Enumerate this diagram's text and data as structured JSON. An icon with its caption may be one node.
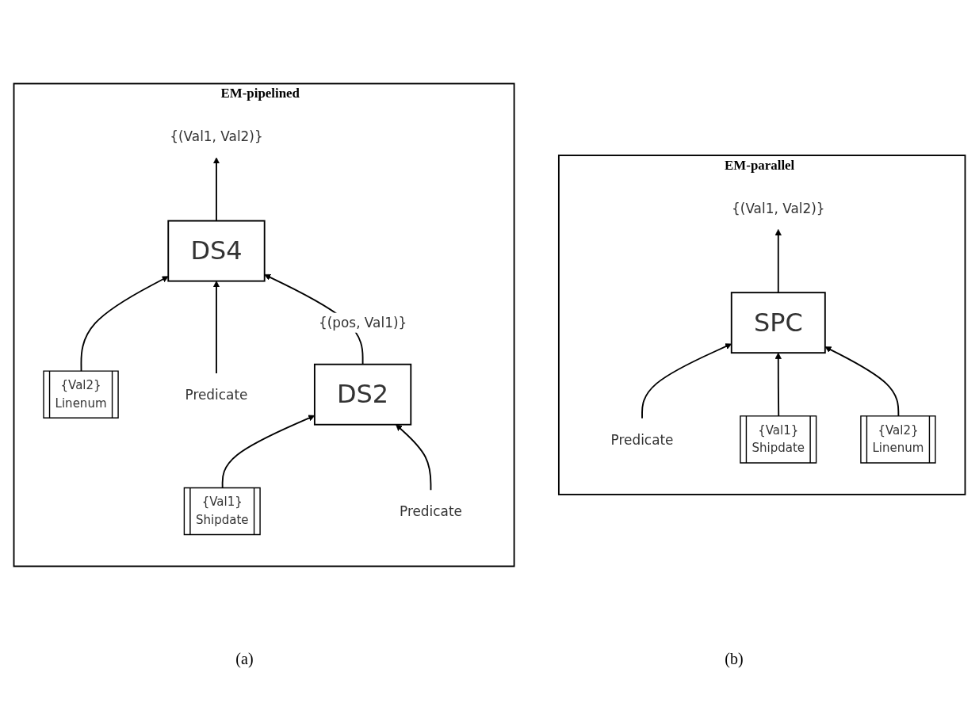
{
  "diagram": {
    "nodes": [
      {
        "text": [
          "EM-pipelined"
        ]
      },
      {
        "text": [
          "{(Val1, Val2)}"
        ],
        "in": 0
      },
      {
        "text": [
          "DS4"
        ],
        "in": 0
      },
      {
        "text": [
          "{Val2}",
          "Linenum"
        ],
        "in": 0
      },
      {
        "text": [
          "Predicate"
        ],
        "in": 0
      },
      {
        "text": [
          "{Val1}",
          "Shipdate"
        ],
        "in": 0
      },
      {
        "text": [
          "DS2"
        ],
        "in": 0
      },
      {
        "text": [
          "Predicate"
        ],
        "in": 0
      },
      {
        "text": [
          "EM-parallel"
        ]
      },
      {
        "text": [
          "{(Val1, Val2)}"
        ],
        "in": 8
      },
      {
        "text": [
          "SPC"
        ],
        "in": 8
      },
      {
        "text": [
          "Predicate"
        ],
        "in": 8
      },
      {
        "text": [
          "{Val1}",
          "Shipdate"
        ],
        "in": 8
      },
      {
        "text": [
          "{Val2}",
          "Linenum"
        ],
        "in": 8
      }
    ],
    "edges": [
      {
        "from": 2,
        "to": 1,
        "arrow": "to"
      },
      {
        "from": 3,
        "to": 2,
        "arrow": "to"
      },
      {
        "from": 4,
        "to": 2,
        "arrow": "to"
      },
      {
        "from": 6,
        "to": 2,
        "arrow": "to",
        "label": "{(pos, Val1)}"
      },
      {
        "from": 5,
        "to": 6,
        "arrow": "to"
      },
      {
        "from": 7,
        "to": 6,
        "arrow": "to"
      },
      {
        "from": 10,
        "to": 9,
        "arrow": "to"
      },
      {
        "from": 11,
        "to": 10,
        "arrow": "to"
      },
      {
        "from": 12,
        "to": 10,
        "arrow": "to"
      },
      {
        "from": 13,
        "to": 10,
        "arrow": "to"
      }
    ],
    "labels": [
      "(a)",
      "(b)"
    ]
  }
}
